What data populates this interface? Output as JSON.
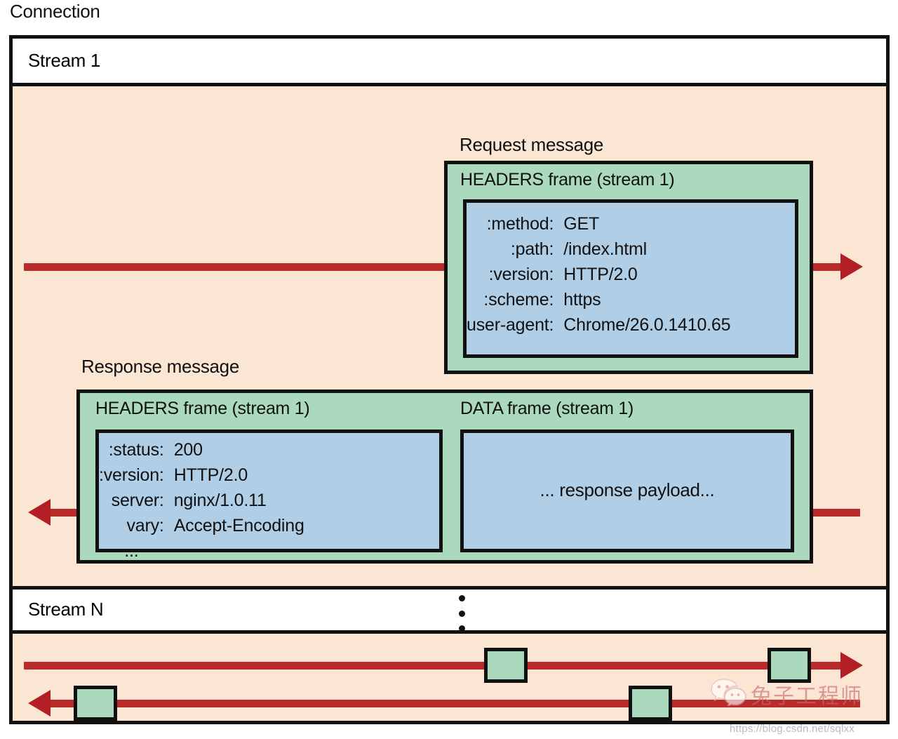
{
  "diagram": {
    "connection_label": "Connection",
    "streams": [
      {
        "title": "Stream 1"
      },
      {
        "title": "Stream N"
      }
    ],
    "ellipsis_dots": 3
  },
  "request": {
    "message_label": "Request message",
    "frame_title": "HEADERS frame (stream 1)",
    "headers": [
      {
        "name": ":method:",
        "value": "GET"
      },
      {
        "name": ":path:",
        "value": "/index.html"
      },
      {
        "name": ":version:",
        "value": "HTTP/2.0"
      },
      {
        "name": ":scheme:",
        "value": "https"
      },
      {
        "name": "user-agent:",
        "value": "Chrome/26.0.1410.65"
      }
    ]
  },
  "response": {
    "message_label": "Response message",
    "headers_frame_title": "HEADERS frame (stream 1)",
    "headers": [
      {
        "name": ":status:",
        "value": "200"
      },
      {
        "name": ":version:",
        "value": "HTTP/2.0"
      },
      {
        "name": "server:",
        "value": "nginx/1.0.11"
      },
      {
        "name": "vary:",
        "value": "Accept-Encoding"
      }
    ],
    "headers_continuation": "...",
    "data_frame_title": "DATA frame (stream 1)",
    "data_payload": "... response payload..."
  },
  "watermark": {
    "icon": "wechat-icon",
    "text": "兔子工程师",
    "url": "https://blog.csdn.net/sqlxx"
  },
  "colors": {
    "connection_fill": "#fbe6d4",
    "stream_header_fill": "#ffffff",
    "frame_green": "#aad9be",
    "frame_blue": "#b0cfe7",
    "arrow_red": "#b22026",
    "stroke": "#111111"
  }
}
